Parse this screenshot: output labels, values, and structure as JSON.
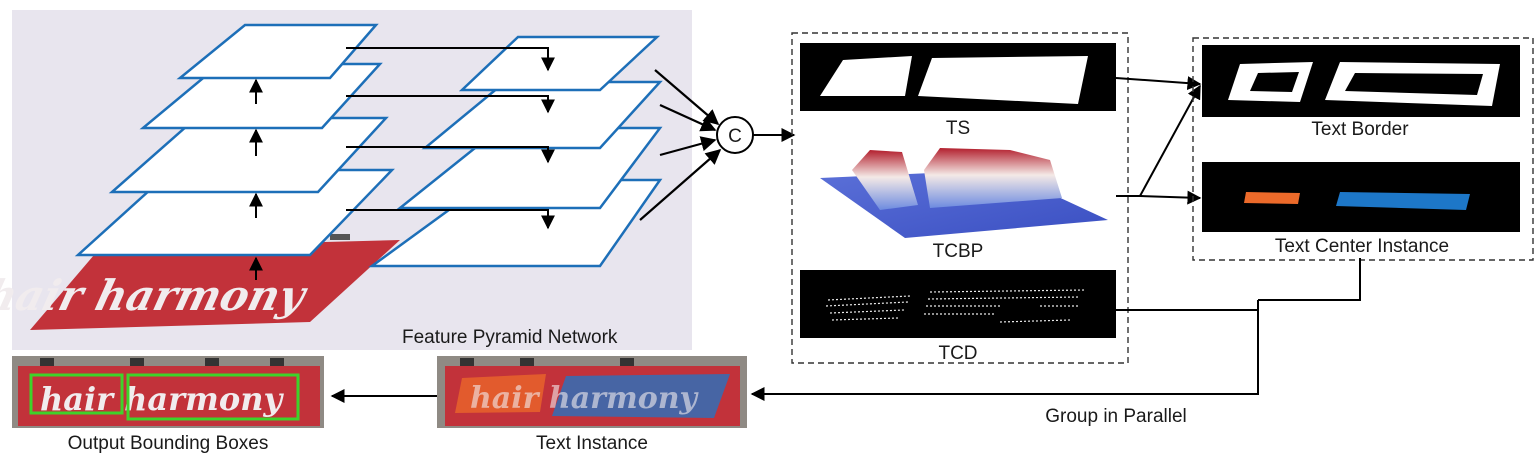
{
  "labels": {
    "fpn": "Feature Pyramid Network",
    "concat": "C",
    "ts": "TS",
    "tcbp": "TCBP",
    "tcd": "TCD",
    "text_border": "Text Border",
    "text_center_instance": "Text Center Instance",
    "group_in_parallel": "Group in Parallel",
    "text_instance": "Text Instance",
    "output_boxes": "Output Bounding Boxes"
  },
  "sign": {
    "word1": "hair",
    "word2": "harmony"
  },
  "colors": {
    "pyramid_edge": "#1d6fb8",
    "fpn_bg": "#e8e5ee",
    "sign_red": "#c2323a",
    "instance_orange": "#ec6a2a",
    "instance_blue": "#1d77c8",
    "box_green": "#3ed22a"
  }
}
